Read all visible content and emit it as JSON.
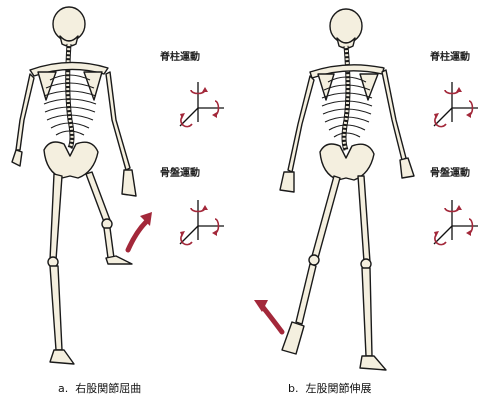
{
  "panels": [
    {
      "caption_letter": "a.",
      "caption_text": "右股関節屈曲",
      "spine_label": "脊柱運動",
      "pelvis_label": "骨盤運動",
      "arrow_color": "#a3283a"
    },
    {
      "caption_letter": "b.",
      "caption_text": "左股関節伸展",
      "spine_label": "脊柱運動",
      "pelvis_label": "骨盤運動",
      "arrow_color": "#a3283a"
    }
  ],
  "icons": [
    "skeleton-rear-view",
    "rotation-axis-diagram",
    "curved-motion-arrow"
  ]
}
